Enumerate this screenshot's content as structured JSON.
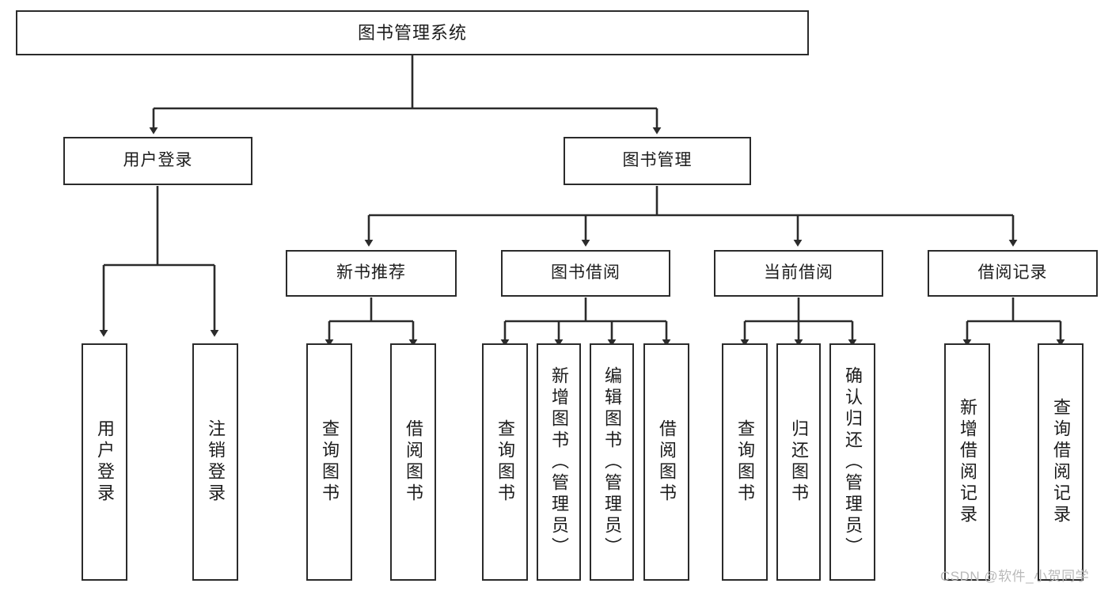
{
  "diagram": {
    "type": "tree-hierarchy",
    "title": "图书管理系统",
    "orientation": "top-down",
    "theme": {
      "background": "#ffffff",
      "box_border": "#2b2b2b",
      "box_fill": "#ffffff",
      "text": "#1c1c1c",
      "edge": "#2b2b2b",
      "watermark": "#b9b9b9"
    },
    "nodes": {
      "root": {
        "label": "图书管理系统"
      },
      "level2": [
        {
          "id": "user-login",
          "label": "用户登录"
        },
        {
          "id": "book-manage",
          "label": "图书管理"
        }
      ],
      "level3": [
        {
          "id": "new-book-recommend",
          "label": "新书推荐"
        },
        {
          "id": "book-borrow",
          "label": "图书借阅"
        },
        {
          "id": "current-borrow",
          "label": "当前借阅"
        },
        {
          "id": "borrow-record",
          "label": "借阅记录"
        }
      ],
      "leaves": {
        "user_login": [
          {
            "id": "leaf-user-login",
            "label": "用户登录"
          },
          {
            "id": "leaf-logout-login",
            "label": "注销登录"
          }
        ],
        "new_book_recommend": [
          {
            "id": "leaf-query-book-1",
            "label": "查询图书"
          },
          {
            "id": "leaf-borrow-book-1",
            "label": "借阅图书"
          }
        ],
        "book_borrow": [
          {
            "id": "leaf-query-book-2",
            "label": "查询图书"
          },
          {
            "id": "leaf-add-book",
            "label": "新增图书（管理员）"
          },
          {
            "id": "leaf-edit-book",
            "label": "编辑图书（管理员）"
          },
          {
            "id": "leaf-borrow-book-2",
            "label": "借阅图书"
          }
        ],
        "current_borrow": [
          {
            "id": "leaf-query-book-3",
            "label": "查询图书"
          },
          {
            "id": "leaf-return-book",
            "label": "归还图书"
          },
          {
            "id": "leaf-confirm-return",
            "label": "确认归还（管理员）"
          }
        ],
        "borrow_record": [
          {
            "id": "leaf-add-borrow-record",
            "label": "新增借阅记录"
          },
          {
            "id": "leaf-query-borrow-record",
            "label": "查询借阅记录"
          }
        ]
      }
    },
    "watermark": "CSDN @软件_小贺同学"
  }
}
